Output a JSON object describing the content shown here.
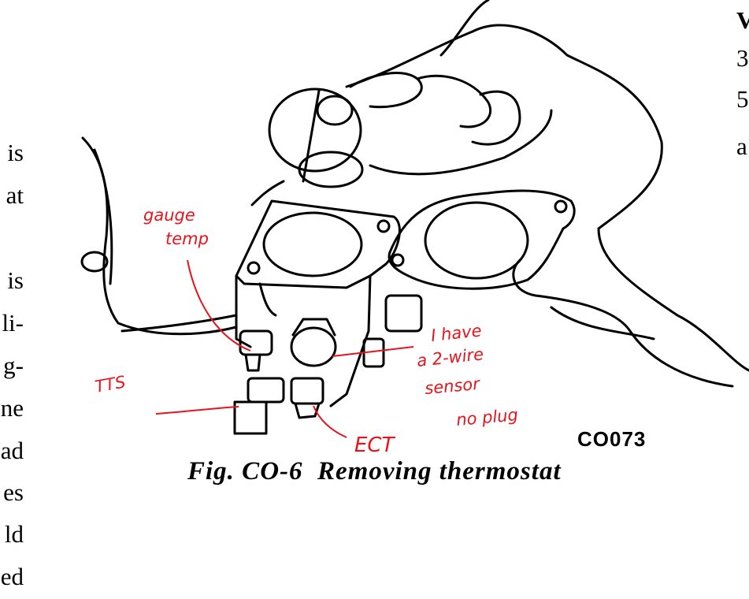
{
  "left_column_fragments": [
    "is",
    "at",
    "is",
    "li-",
    "g-",
    "ne",
    "ad",
    "es",
    "ld",
    "ed"
  ],
  "right_column_fragments": [
    "V",
    "3",
    "5",
    "a"
  ],
  "figure": {
    "code": "CO073",
    "caption": "Fig. CO-6  Removing thermostat"
  },
  "annotations": {
    "gauge_1": "gauge",
    "gauge_2": "temp",
    "tts": "TTS",
    "note_1": "I have",
    "note_2": "a 2-wire",
    "note_3": "sensor",
    "note_4": "no plug",
    "ect": "ECT",
    "color": "#e8141c"
  }
}
